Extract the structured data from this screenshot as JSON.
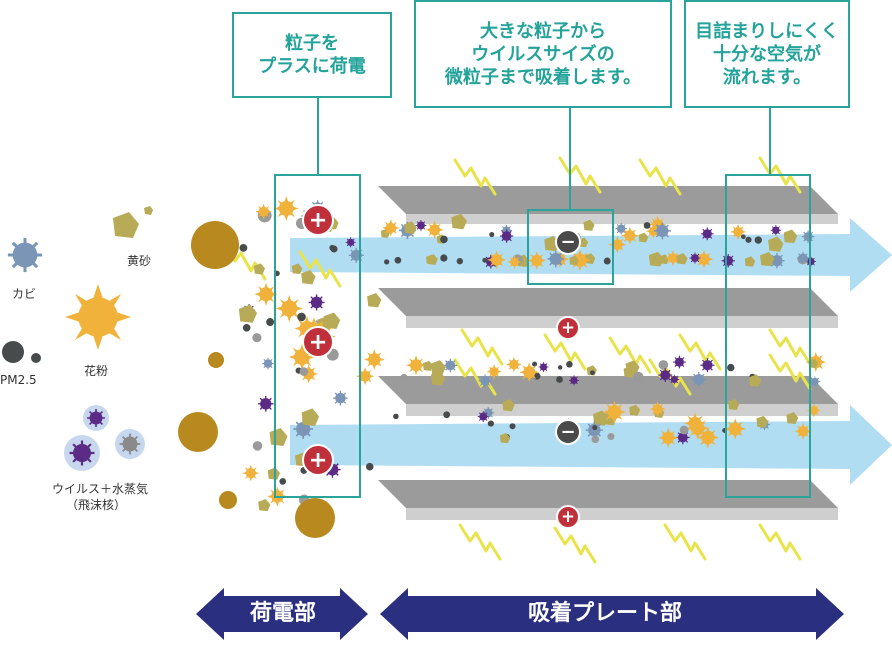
{
  "callouts": {
    "charge": [
      "粒子を",
      "プラスに荷電"
    ],
    "adsorb": [
      "大きな粒子から",
      "ウイルスサイズの",
      "微粒子まで吸着します。"
    ],
    "airflow": [
      "目詰まりしにくく",
      "十分な空気が",
      "流れます。"
    ]
  },
  "legend": {
    "mold": "カビ",
    "yellow_sand": "黄砂",
    "pollen": "花粉",
    "pm25": "PM2.5",
    "virus_line1": "ウイルス＋水蒸気",
    "virus_line2": "（飛沫核）"
  },
  "sections": {
    "charging": "荷電部",
    "plates": "吸着プレート部"
  },
  "signs": {
    "plus": "+",
    "minus": "−"
  },
  "colors": {
    "teal": "#2aa39a",
    "plate_top": "#9b9b9b",
    "plate_front": "#cfcfcf",
    "airflow": "#a9d9f2",
    "navy": "#2b2f7f",
    "plus_red": "#c0303a",
    "minus_dark": "#4a4a4a",
    "lightning": "#e9e34a",
    "pollen": "#f0b23a",
    "sand": "#b8ab58",
    "mold": "#7b95b6",
    "virus": "#5b2b86",
    "pm": "#474b4b",
    "brown": "#b8891f"
  }
}
